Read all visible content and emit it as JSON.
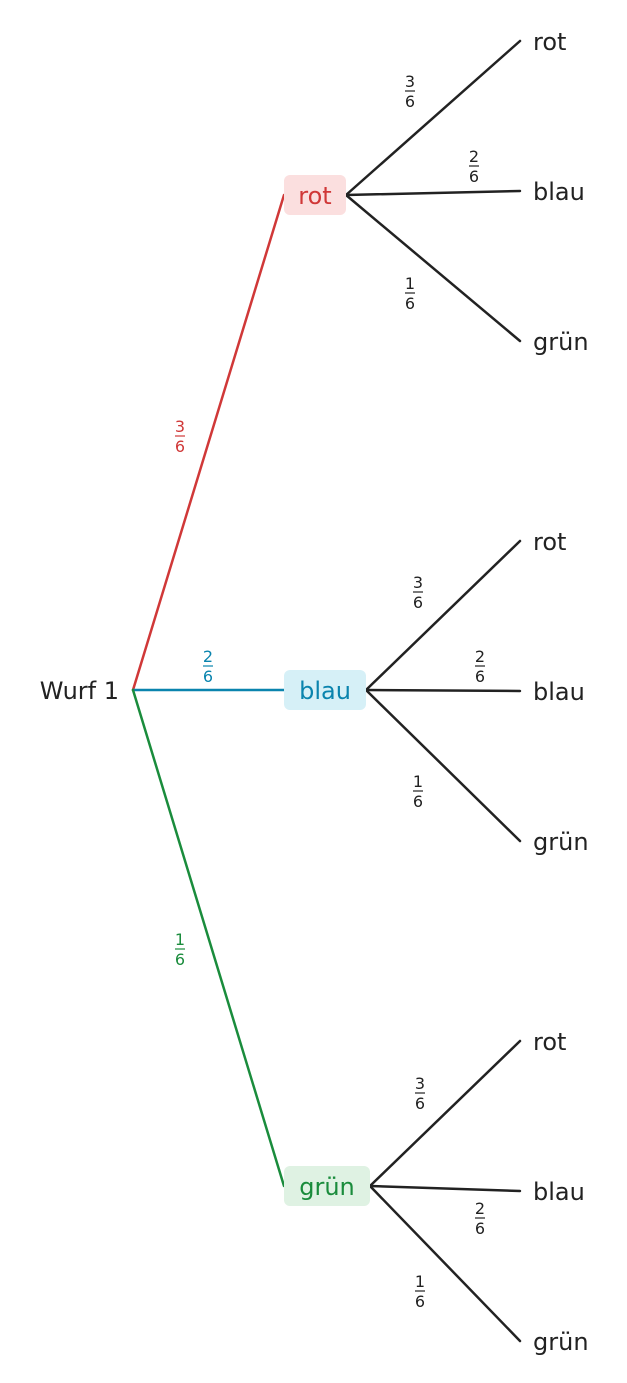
{
  "root": {
    "label": "Wurf 1"
  },
  "colors": {
    "rot": "#d03838",
    "blau": "#0a84ae",
    "gruen": "#1a8c3c",
    "rot_bg": "#fbdfdf",
    "blau_bg": "#d6f0f7",
    "gruen_bg": "#dff2e3",
    "ink": "#222222"
  },
  "first_level": [
    {
      "label": "rot",
      "num": "3",
      "den": "6",
      "color": "#d03838",
      "bg": "#fbdfdf",
      "children": [
        {
          "label": "rot",
          "num": "3",
          "den": "6"
        },
        {
          "label": "blau",
          "num": "2",
          "den": "6"
        },
        {
          "label": "grün",
          "num": "1",
          "den": "6"
        }
      ]
    },
    {
      "label": "blau",
      "num": "2",
      "den": "6",
      "color": "#0a84ae",
      "bg": "#d6f0f7",
      "children": [
        {
          "label": "rot",
          "num": "3",
          "den": "6"
        },
        {
          "label": "blau",
          "num": "2",
          "den": "6"
        },
        {
          "label": "grün",
          "num": "1",
          "den": "6"
        }
      ]
    },
    {
      "label": "grün",
      "num": "1",
      "den": "6",
      "color": "#1a8c3c",
      "bg": "#dff2e3",
      "children": [
        {
          "label": "rot",
          "num": "3",
          "den": "6"
        },
        {
          "label": "blau",
          "num": "2",
          "den": "6"
        },
        {
          "label": "grün",
          "num": "1",
          "den": "6"
        }
      ]
    }
  ]
}
